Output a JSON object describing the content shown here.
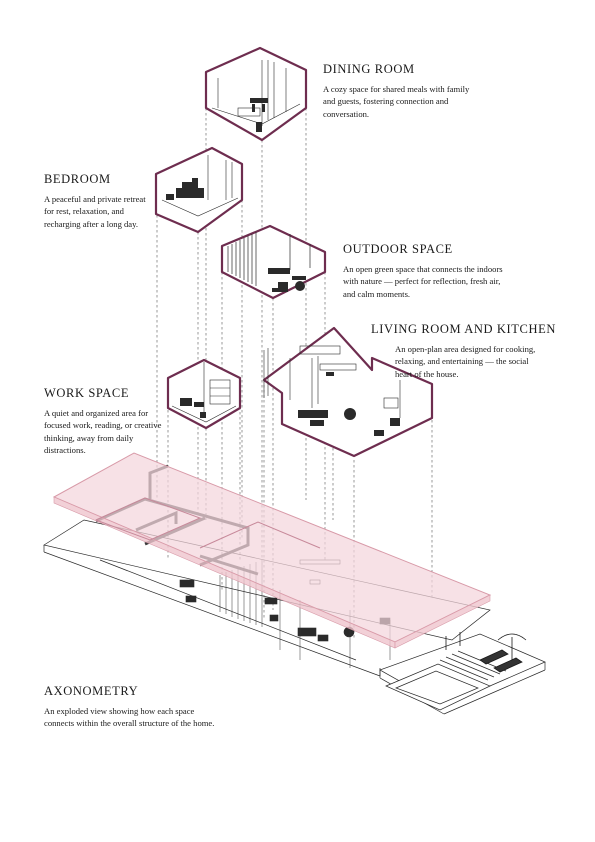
{
  "colors": {
    "room_outline": "#6e2d4f",
    "roof_fill": "#f4d6dc",
    "roof_stroke": "#d89aa8",
    "line": "#2a2a2a",
    "dashed": "#555555"
  },
  "labels": {
    "dining": {
      "title": "DINING ROOM",
      "text": "A cozy space for shared meals with family and guests, fostering connection and conversation."
    },
    "bedroom": {
      "title": "BEDROOM",
      "text": "A peaceful and private retreat for rest, relaxation, and recharging after a long day."
    },
    "outdoor": {
      "title": "OUTDOOR SPACE",
      "text": "An open green space that connects the indoors with nature — perfect for reflection, fresh air, and calm moments."
    },
    "living": {
      "title": "LIVING ROOM AND KITCHEN",
      "text": "An open-plan area designed for cooking, relaxing, and entertaining — the social heart of the house."
    },
    "work": {
      "title": "WORK SPACE",
      "text": "A quiet and organized area for focused work, reading, or creative thinking, away from daily distractions."
    },
    "axonometry": {
      "title": "AXONOMETRY",
      "text": "An exploded view showing how each space connects within the overall structure of the home."
    }
  }
}
